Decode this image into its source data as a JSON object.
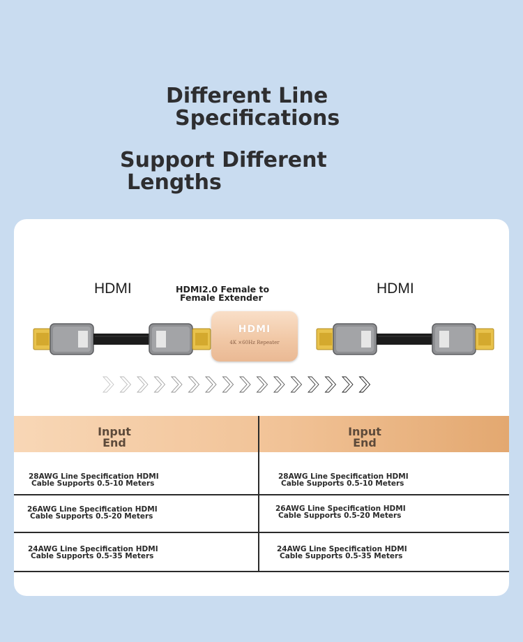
{
  "headline1": {
    "line1": "Different Line",
    "line2": "Specifications"
  },
  "headline2": {
    "line1": "Support Different",
    "line2": "Lengths"
  },
  "diagram": {
    "left_label": "HDMI",
    "right_label": "HDMI",
    "extender_title": {
      "line1": "HDMI2.0 Female to",
      "line2": "Female Extender"
    },
    "extender_logo": "HDMI",
    "extender_sub": "4K ×60Hz Repeater"
  },
  "table": {
    "headers": [
      {
        "line1": "Input",
        "line2": "End"
      },
      {
        "line1": "Input",
        "line2": "End"
      }
    ],
    "rows": [
      [
        {
          "line1": "28AWG Line Specification HDMI",
          "line2": "Cable Supports 0.5-10 Meters"
        },
        {
          "line1": "28AWG Line Specification HDMI",
          "line2": "Cable Supports 0.5-10 Meters"
        }
      ],
      [
        {
          "line1": "26AWG Line Specification HDMI",
          "line2": "Cable Supports 0.5-20 Meters"
        },
        {
          "line1": "26AWG Line Specification HDMI",
          "line2": "Cable Supports 0.5-20 Meters"
        }
      ],
      [
        {
          "line1": "24AWG Line Specification HDMI",
          "line2": "Cable Supports 0.5-35 Meters"
        },
        {
          "line1": "24AWG Line Specification HDMI",
          "line2": "Cable Supports 0.5-35 Meters"
        }
      ]
    ]
  },
  "colors": {
    "background": "#c9dcf0",
    "panel": "#ffffff",
    "header_gradient_start": "#f8d7b6",
    "header_gradient_end": "#e3a870",
    "connector_gold": "#e8c24c",
    "connector_shell": "#8f9093"
  }
}
